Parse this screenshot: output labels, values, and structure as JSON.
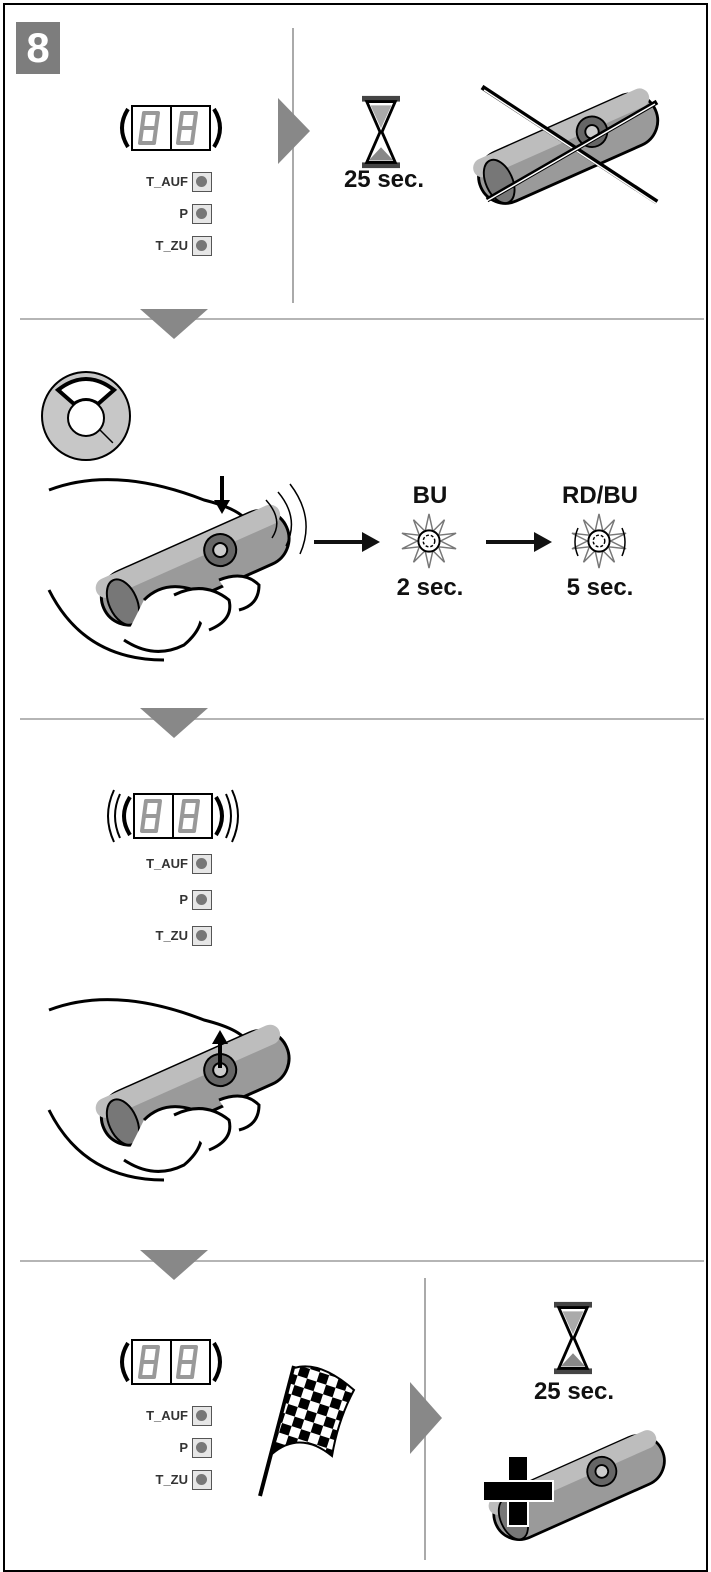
{
  "step_number": "8",
  "panel1": {
    "wait_label": "25 sec."
  },
  "panel2": {
    "led1_color": "BU",
    "led1_time": "2 sec.",
    "led2_color": "RD/BU",
    "led2_time": "5 sec."
  },
  "panel4": {
    "wait_label": "25 sec."
  },
  "buttons": {
    "up": "T_AUF",
    "stop": "P",
    "down": "T_ZU"
  }
}
